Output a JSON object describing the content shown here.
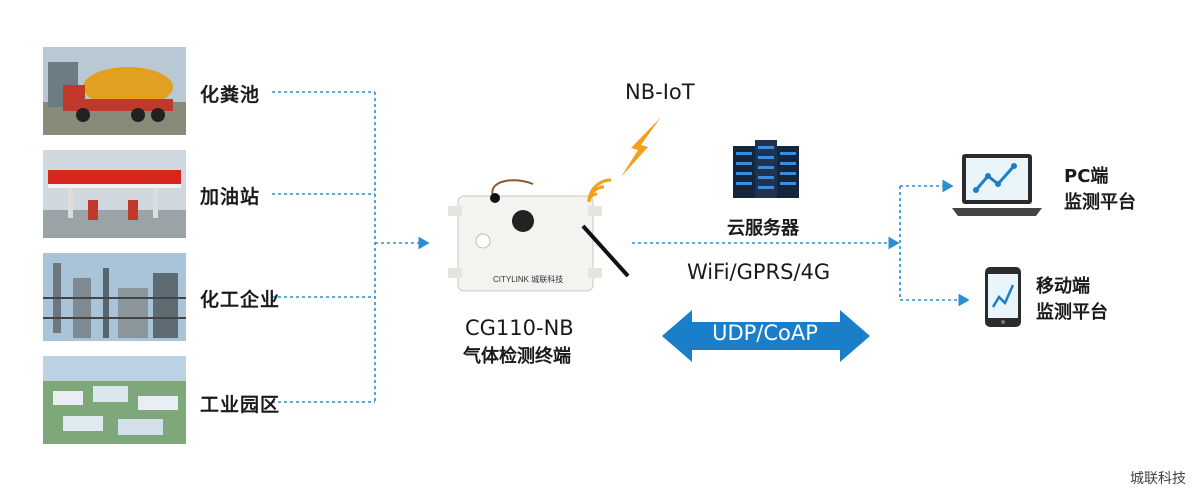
{
  "sites": [
    {
      "label": "化粪池",
      "image": "septic-tanker-truck"
    },
    {
      "label": "加油站",
      "image": "gas-station"
    },
    {
      "label": "化工企业",
      "image": "chemical-plant"
    },
    {
      "label": "工业园区",
      "image": "industrial-park"
    }
  ],
  "device": {
    "model": "CG110-NB",
    "name": "气体检测终端",
    "brand_text": "CITYLINK",
    "brand_cn": "城联科技"
  },
  "network": {
    "protocol_top": "NB-IoT",
    "server_label": "云服务器",
    "transport": "WiFi/GPRS/4G",
    "protocol_arrow": "UDP/CoAP"
  },
  "clients": [
    {
      "line1": "PC端",
      "line2": "监测平台",
      "icon": "laptop-icon"
    },
    {
      "line1": "移动端",
      "line2": "监测平台",
      "icon": "smartphone-icon"
    }
  ],
  "watermark": "城联科技",
  "colors": {
    "dotted_line": "#2a8fd0",
    "arrow_blue": "#1a7ec8",
    "lightning": "#f2a01b",
    "signal": "#f2a01b"
  }
}
